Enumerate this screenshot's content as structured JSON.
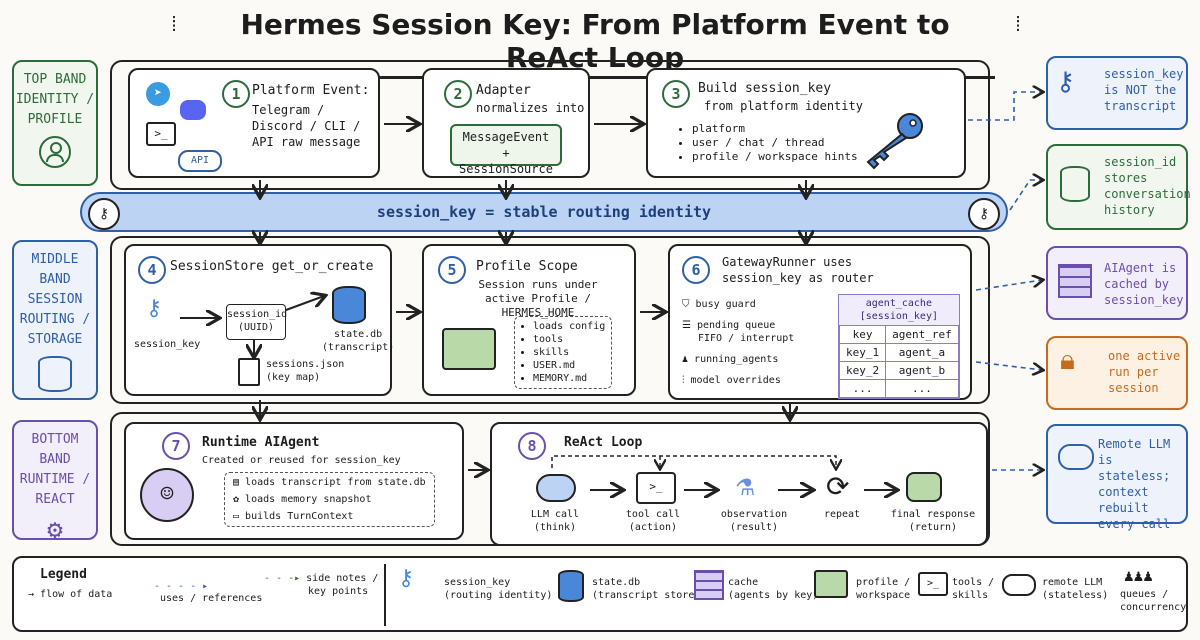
{
  "title": "Hermes Session Key: From Platform Event to ReAct Loop",
  "bands": {
    "top": "TOP BAND IDENTITY / PROFILE",
    "middle": "MIDDLE BAND SESSION ROUTING / STORAGE",
    "bottom": "BOTTOM BAND RUNTIME / REACT"
  },
  "steps": {
    "s1": {
      "num": "1",
      "title": "Platform Event:",
      "body": "Telegram / Discord / CLI / API raw message",
      "api": "API"
    },
    "s2": {
      "num": "2",
      "title": "Adapter",
      "sub": "normalizes into",
      "chip1": "MessageEvent",
      "chip2": "+ SessionSource"
    },
    "s3": {
      "num": "3",
      "title": "Build session_key",
      "sub": "from platform identity",
      "items": [
        "platform",
        "user / chat / thread",
        "profile / workspace hints"
      ]
    },
    "s4": {
      "num": "4",
      "title": "SessionStore get_or_create",
      "key": "session_key",
      "sid": "session_id",
      "uuid": "(UUID)",
      "db": "state.db",
      "dbsub": "(transcript)",
      "json": "sessions.json",
      "jsonsub": "(key map)"
    },
    "s5": {
      "num": "5",
      "title": "Profile Scope",
      "sub1": "Session runs under",
      "sub2": "active Profile / HERMES_HOME",
      "items": [
        "loads config",
        "tools",
        "skills",
        "USER.md",
        "MEMORY.md"
      ]
    },
    "s6": {
      "num": "6",
      "title": "GatewayRunner uses",
      "sub": "session_key as router",
      "busy": "busy guard",
      "pending1": "pending queue",
      "pending2": "FIFO / interrupt",
      "running": "running_agents",
      "model": "model overrides",
      "cache_title1": "agent_cache",
      "cache_title2": "[session_key]",
      "cache_cols": [
        "key",
        "agent_ref"
      ],
      "cache_rows": [
        [
          "key_1",
          "agent_a"
        ],
        [
          "key_2",
          "agent_b"
        ],
        [
          "...",
          "..."
        ]
      ]
    },
    "s7": {
      "num": "7",
      "title": "Runtime AIAgent",
      "sub": "Created or reused for session_key",
      "items": [
        "loads transcript from state.db",
        "loads memory snapshot",
        "builds TurnContext"
      ]
    },
    "s8": {
      "num": "8",
      "title": "ReAct Loop",
      "nodes": [
        {
          "l1": "LLM call",
          "l2": "(think)"
        },
        {
          "l1": "tool call",
          "l2": "(action)"
        },
        {
          "l1": "observation",
          "l2": "(result)"
        },
        {
          "l1": "repeat",
          "l2": ""
        },
        {
          "l1": "final response",
          "l2": "(return)"
        }
      ]
    }
  },
  "banner": "session_key = stable routing identity",
  "side_notes": {
    "n1": "session_key is NOT the transcript",
    "n2": "session_id stores conversation history",
    "n3": "AIAgent is cached by session_key",
    "n4": "one active run per session",
    "n5": "Remote LLM is stateless; context rebuilt every call"
  },
  "legend": {
    "title": "Legend",
    "flow": "flow of data",
    "uses": "uses / references",
    "side1": "side notes /",
    "side2": "key points",
    "items": [
      {
        "l1": "session_key",
        "l2": "(routing identity)"
      },
      {
        "l1": "state.db",
        "l2": "(transcript store)"
      },
      {
        "l1": "cache",
        "l2": "(agents by key)"
      },
      {
        "l1": "profile /",
        "l2": "workspace"
      },
      {
        "l1": "tools /",
        "l2": "skills"
      },
      {
        "l1": "remote LLM",
        "l2": "(stateless)"
      },
      {
        "l1": "queues /",
        "l2": "concurrency"
      }
    ]
  },
  "colors": {
    "green": "#2e6b3c",
    "blue": "#2f5fa8",
    "purple": "#6a4fae",
    "orange": "#c76a1c",
    "banner": "#bcd3f3"
  }
}
